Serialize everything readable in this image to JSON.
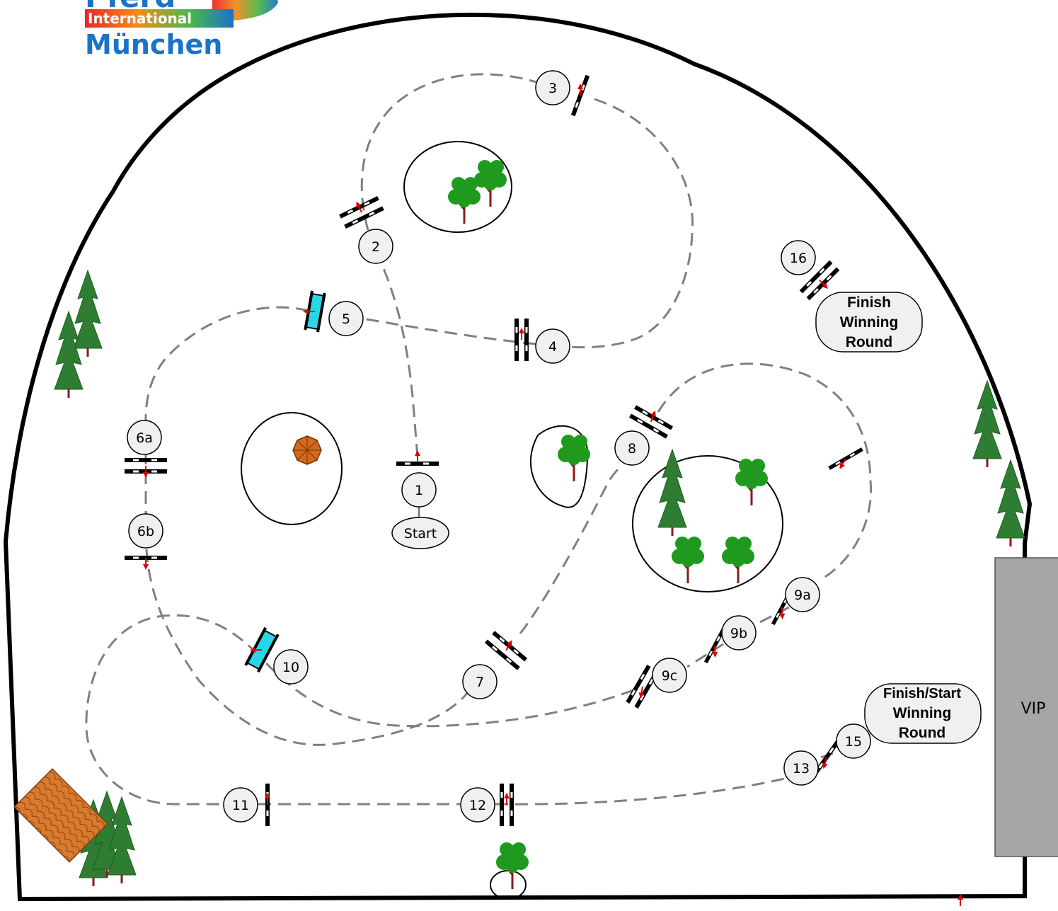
{
  "logo": {
    "line1": "Pferd",
    "line2": "International",
    "line3": "München",
    "brand_color": "#1a73c7",
    "badge_gradient": [
      "#e8262a",
      "#f28b1e",
      "#4db848",
      "#1a73c7"
    ]
  },
  "colors": {
    "arena_border": "#000000",
    "track": "#808080",
    "marker_fill": "#f0f0f0",
    "arrow": "#e00000",
    "water_jump": "#29d6e8",
    "tree_leaf": "#1f9a1f",
    "tree_trunk": "#8b1a1a",
    "pine": "#2e7d32",
    "vip_box": "#a6a6a6",
    "house_roof": "#d2691e",
    "pavilion": "#d2691e"
  },
  "start_label": "Start",
  "vip_label": "VIP",
  "finish_winning": [
    "Finish",
    "Winning",
    "Round"
  ],
  "finish_start_winning": [
    "Finish/Start",
    "Winning",
    "Round"
  ],
  "obstacles": [
    {
      "label": "1"
    },
    {
      "label": "2"
    },
    {
      "label": "3"
    },
    {
      "label": "4"
    },
    {
      "label": "5"
    },
    {
      "label": "6a"
    },
    {
      "label": "6b"
    },
    {
      "label": "7"
    },
    {
      "label": "8"
    },
    {
      "label": "9a"
    },
    {
      "label": "9b"
    },
    {
      "label": "9c"
    },
    {
      "label": "10"
    },
    {
      "label": "11"
    },
    {
      "label": "12"
    },
    {
      "label": "13"
    },
    {
      "label": "15"
    },
    {
      "label": "16"
    }
  ]
}
